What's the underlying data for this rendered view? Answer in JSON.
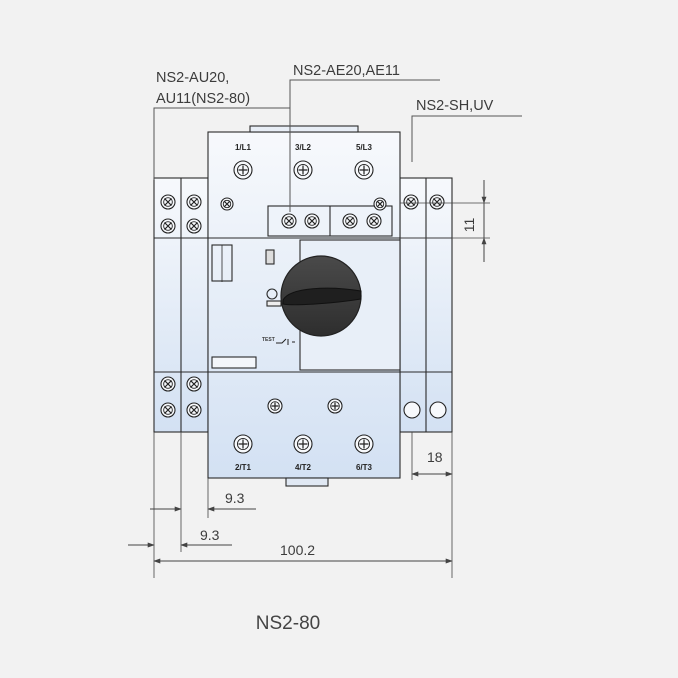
{
  "callouts": {
    "aux_line1": "NS2-AU20,",
    "aux_line2": "AU11(NS2-80)",
    "alarm": "NS2-AE20,AE11",
    "shunt": "NS2-SH,UV"
  },
  "dimensions": {
    "height_11": "11",
    "width_18": "18",
    "offset_upper": "9.3",
    "offset_lower": "9.3",
    "total_width": "100.2"
  },
  "terminals": {
    "top": [
      "1/L1",
      "3/L2",
      "5/L3"
    ],
    "bottom": [
      "2/T1",
      "4/T2",
      "6/T3"
    ]
  },
  "small_marks": {
    "test": "TEST"
  },
  "caption": "NS2-80",
  "colors": {
    "body_light": "#eef3fa",
    "body_blue": "#dde8f6",
    "outline": "#2a2a2a",
    "knob": "#3d3d3d",
    "dim_line": "#444444"
  }
}
